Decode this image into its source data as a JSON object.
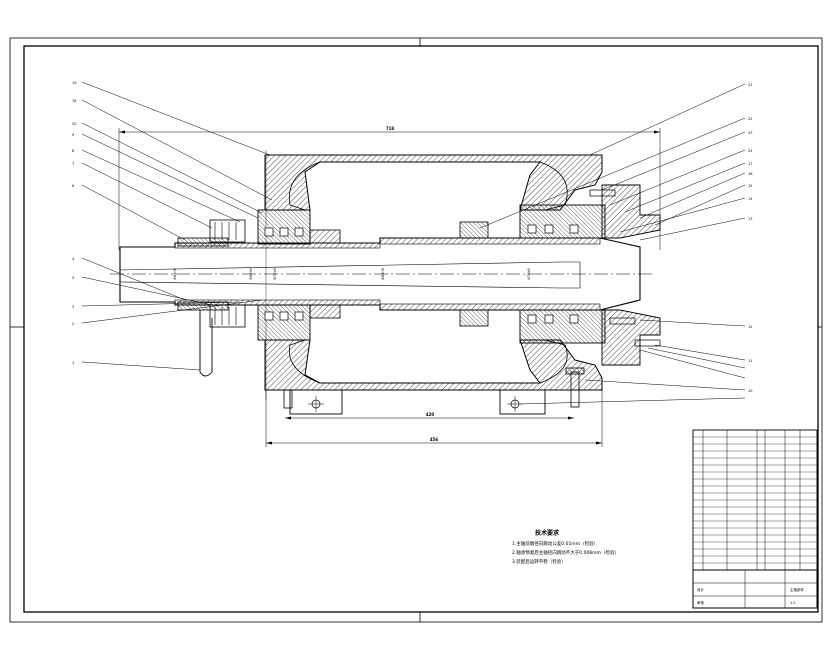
{
  "drawing": {
    "top_dimension": "718",
    "bottom_dimension_inner": "420",
    "bottom_dimension_outer": "456"
  },
  "shaft_dimensions": [
    "Φ60h6",
    "Φ65k6",
    "Φ75k6",
    "Φ80h6",
    "Φ70k6"
  ],
  "callouts_left": [
    "19",
    "18",
    "20",
    "9",
    "8",
    "7",
    "6",
    "4",
    "5",
    "3",
    "2",
    "1"
  ],
  "callouts_right": [
    "21",
    "22",
    "23",
    "24",
    "17",
    "16",
    "15",
    "14",
    "13",
    "12",
    "11",
    "10"
  ],
  "technical_notes": {
    "title": "技术要求",
    "lines": [
      "1.主轴前端径向跳动公差0.01mm（检验）",
      "2.轴承预紧后主轴径向跳动不大于0.008mm（检验）",
      "3.装配后运转平稳（检验）"
    ]
  },
  "title_block": {
    "drawing_name": "主轴部件",
    "scale": "1:2",
    "designer_label": "设计",
    "checker_label": "审核"
  }
}
